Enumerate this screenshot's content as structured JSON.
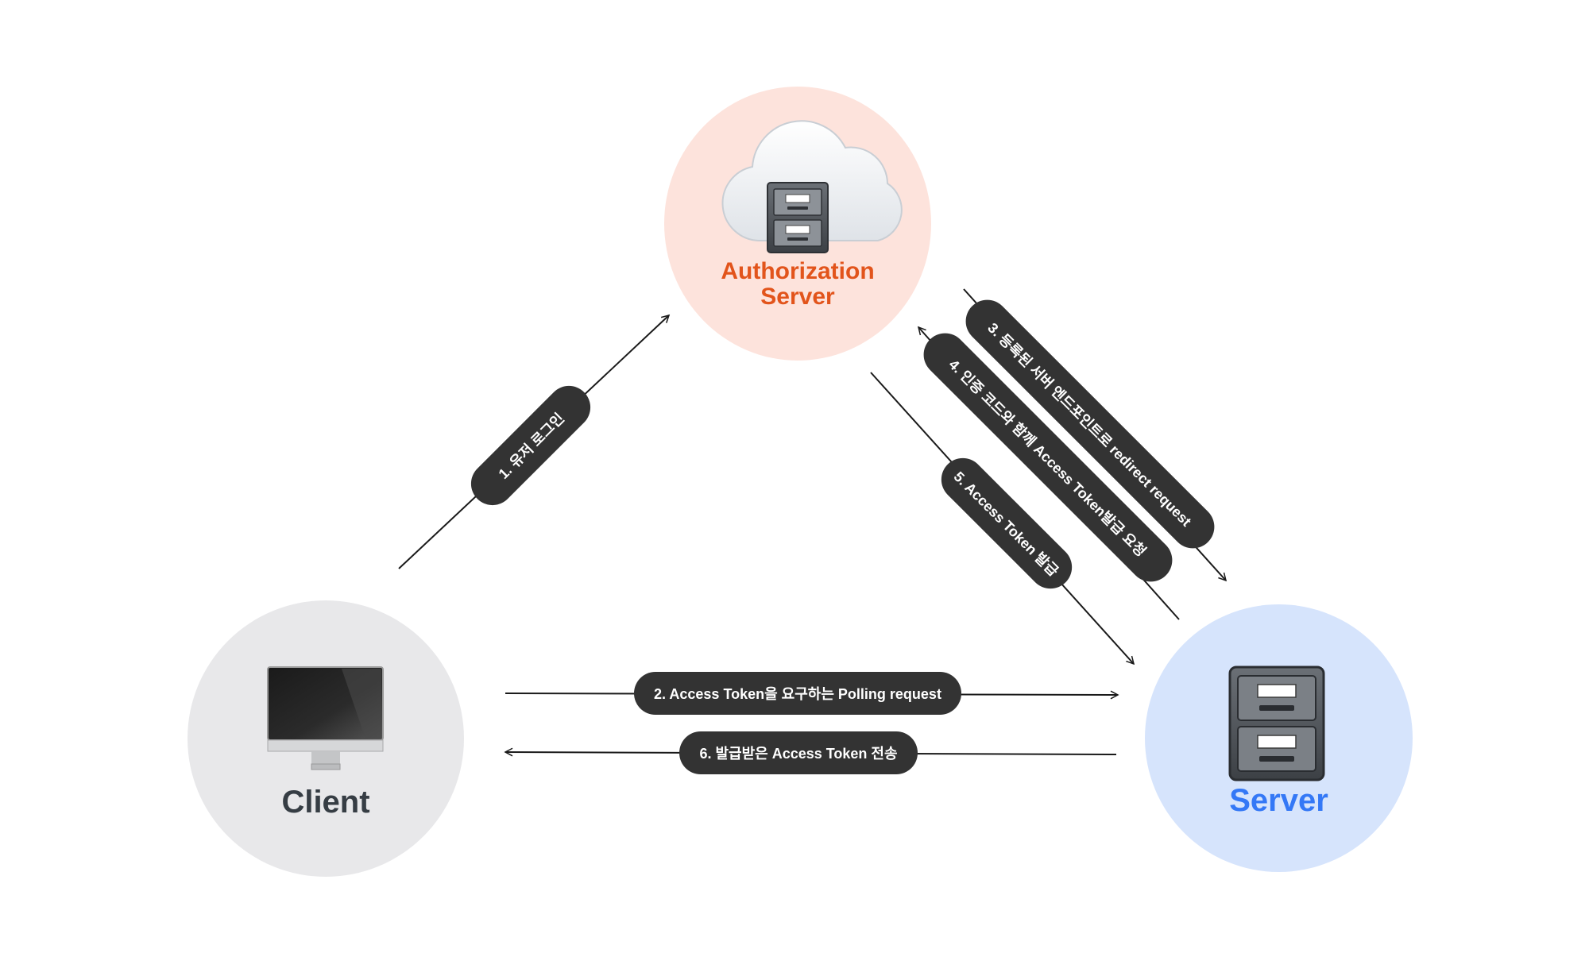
{
  "nodes": {
    "auth": {
      "title_line1": "Authorization",
      "title_line2": "Server",
      "color": "#e2541b",
      "icon": "cloud-server-icon"
    },
    "client": {
      "title": "Client",
      "color": "#363d44",
      "icon": "monitor-icon"
    },
    "server": {
      "title": "Server",
      "color": "#3478f6",
      "icon": "file-cabinet-icon"
    }
  },
  "steps": {
    "step1": "1. 유저 로그인",
    "step2": "2. Access Token을 요구하는 Polling request",
    "step3": "3. 등록된 서버 엔드포인트로 redirect  request",
    "step4": "4. 인증 코드와 함께 Access Token발급 요청",
    "step5": "5. Access Token 발급",
    "step6": "6. 발급받은 Access Token  전송"
  },
  "colors": {
    "arrow": "#1a1a1a",
    "pill": "#333333",
    "pill_text": "#ffffff"
  }
}
